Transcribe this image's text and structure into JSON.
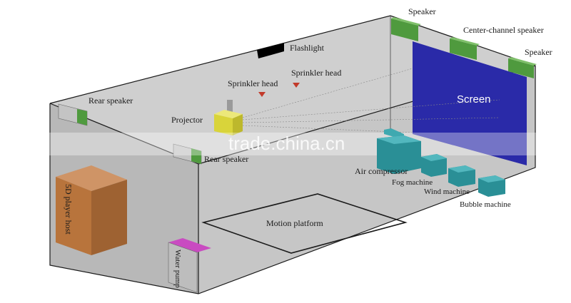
{
  "labels": {
    "speaker_top": "Speaker",
    "center_channel": "Center-channel speaker",
    "speaker_right": "Speaker",
    "flashlight": "Flashlight",
    "sprinkler_1": "Sprinkler head",
    "sprinkler_2": "Sprinkler head",
    "rear_speaker_1": "Rear speaker",
    "rear_speaker_2": "Rear speaker",
    "projector": "Projector",
    "screen": "Screen",
    "air_compressor": "Air compressor",
    "fog_machine": "Fog machine",
    "wind_machine": "Wind machine",
    "bubble_machine": "Bubble machine",
    "motion_platform": "Motion platform",
    "player_host": "5D player host",
    "water_pump": "Water pump"
  },
  "watermark": "trade.china.cn",
  "colors": {
    "room_wall": "#c9c9c9",
    "screen": "#2a2aa8",
    "speaker": "#4f9a3e",
    "projector": "#d9d43a",
    "machine": "#2a8f96",
    "player_host": "#b8743c",
    "water_pump": "#c94bc1",
    "flashlight": "#000000",
    "sprinkler": "#c23a2a"
  }
}
